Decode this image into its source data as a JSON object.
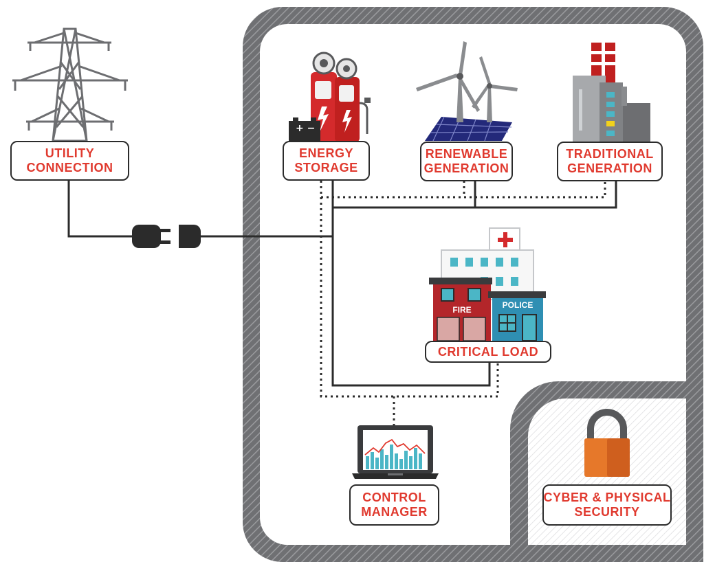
{
  "labels": {
    "utility": [
      "UTILITY",
      "CONNECTION"
    ],
    "storage": [
      "ENERGY",
      "STORAGE"
    ],
    "renewable": [
      "RENEWABLE",
      "GENERATION"
    ],
    "traditional": [
      "TRADITIONAL",
      "GENERATION"
    ],
    "critical": [
      "CRITICAL LOAD"
    ],
    "control": [
      "CONTROL",
      "MANAGER"
    ],
    "security": [
      "CYBER & PHYSICAL",
      "SECURITY"
    ]
  },
  "building_signs": {
    "fire": "FIRE",
    "police": "POLICE"
  },
  "colors": {
    "label_text": "#e03a2f",
    "frame": "#77787b",
    "line": "#2b2b2b",
    "lock": "#e6782a"
  },
  "icons": [
    "power-tower-icon",
    "plug-icon",
    "socket-icon",
    "fuel-pump-icon",
    "battery-icon",
    "wind-turbine-icon",
    "solar-panel-icon",
    "factory-icon",
    "hospital-icon",
    "fire-station-icon",
    "police-station-icon",
    "laptop-chart-icon",
    "padlock-icon"
  ]
}
